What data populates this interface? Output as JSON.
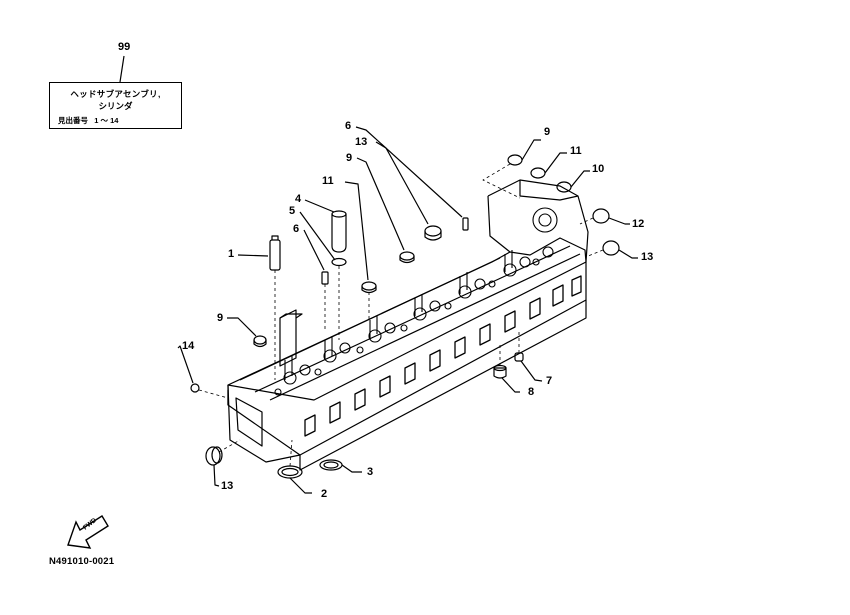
{
  "assembly": {
    "ref_number": "99",
    "title_line1": "ヘッドサブアセンブリ,",
    "title_line2": "シリンダ",
    "index_label": "見出番号",
    "index_range": "1 ～ 14"
  },
  "callouts": [
    {
      "id": "c1",
      "label": "1"
    },
    {
      "id": "c2",
      "label": "2"
    },
    {
      "id": "c3",
      "label": "3"
    },
    {
      "id": "c4",
      "label": "4"
    },
    {
      "id": "c5",
      "label": "5"
    },
    {
      "id": "c6a",
      "label": "6"
    },
    {
      "id": "c6b",
      "label": "6"
    },
    {
      "id": "c7",
      "label": "7"
    },
    {
      "id": "c8",
      "label": "8"
    },
    {
      "id": "c9a",
      "label": "9"
    },
    {
      "id": "c9b",
      "label": "9"
    },
    {
      "id": "c9c",
      "label": "9"
    },
    {
      "id": "c10",
      "label": "10"
    },
    {
      "id": "c11a",
      "label": "11"
    },
    {
      "id": "c11b",
      "label": "11"
    },
    {
      "id": "c12",
      "label": "12"
    },
    {
      "id": "c13a",
      "label": "13"
    },
    {
      "id": "c13b",
      "label": "13"
    },
    {
      "id": "c13c",
      "label": "13"
    },
    {
      "id": "c14",
      "label": "14"
    }
  ],
  "fwd_label": "FWD",
  "drawing_code": "N491010-0021"
}
